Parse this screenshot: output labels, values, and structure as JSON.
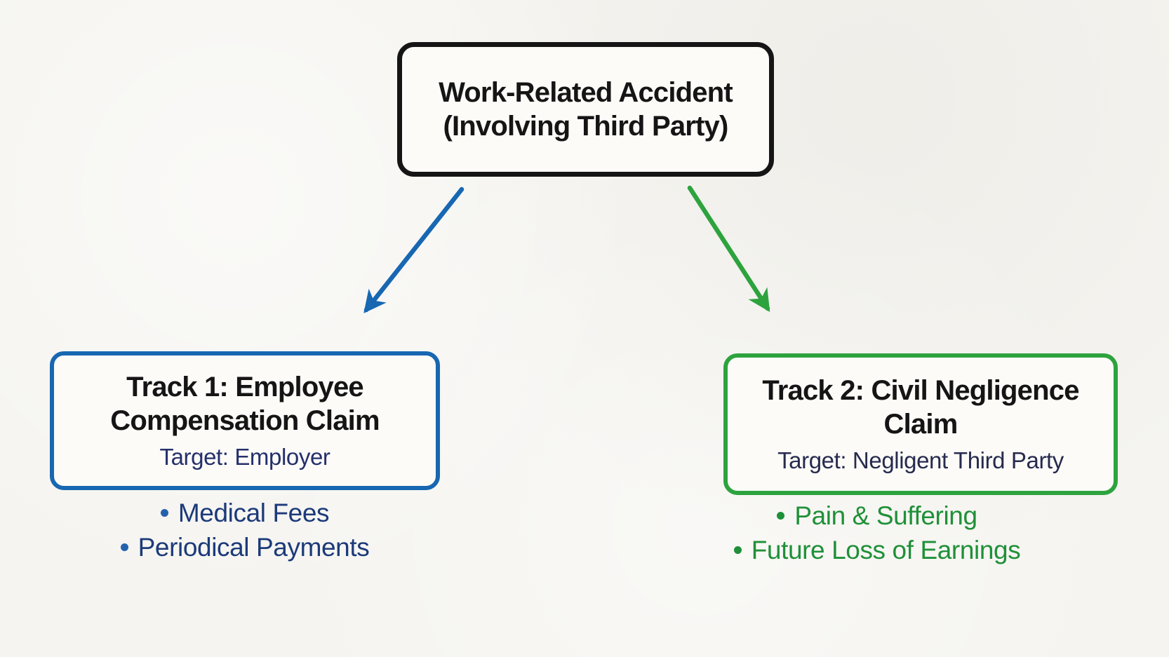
{
  "colors": {
    "bg": "#f5f4f0",
    "box-fill": "#fcfbf8",
    "black": "#151515",
    "blue": "#1767b2",
    "blue-dot": "#2363ae",
    "blue-text": "#1c3a7a",
    "navy": "#25306b",
    "green": "#2da33e",
    "green-text": "#1f9038",
    "dark-navy": "#272b4e"
  },
  "root_box": {
    "line1": "Work-Related Accident",
    "line2": "(Involving Third Party)"
  },
  "tracks": [
    {
      "title_line1": "Track 1: Employee",
      "title_line2": "Compensation Claim",
      "target": "Target: Employer",
      "bullets": [
        "Medical Fees",
        "Periodical Payments"
      ]
    },
    {
      "title_line1": "Track 2: Civil Negligence",
      "title_line2": "Claim",
      "target": "Target: Negligent Third Party",
      "bullets": [
        "Pain & Suffering",
        "Future Loss of Earnings"
      ]
    }
  ]
}
